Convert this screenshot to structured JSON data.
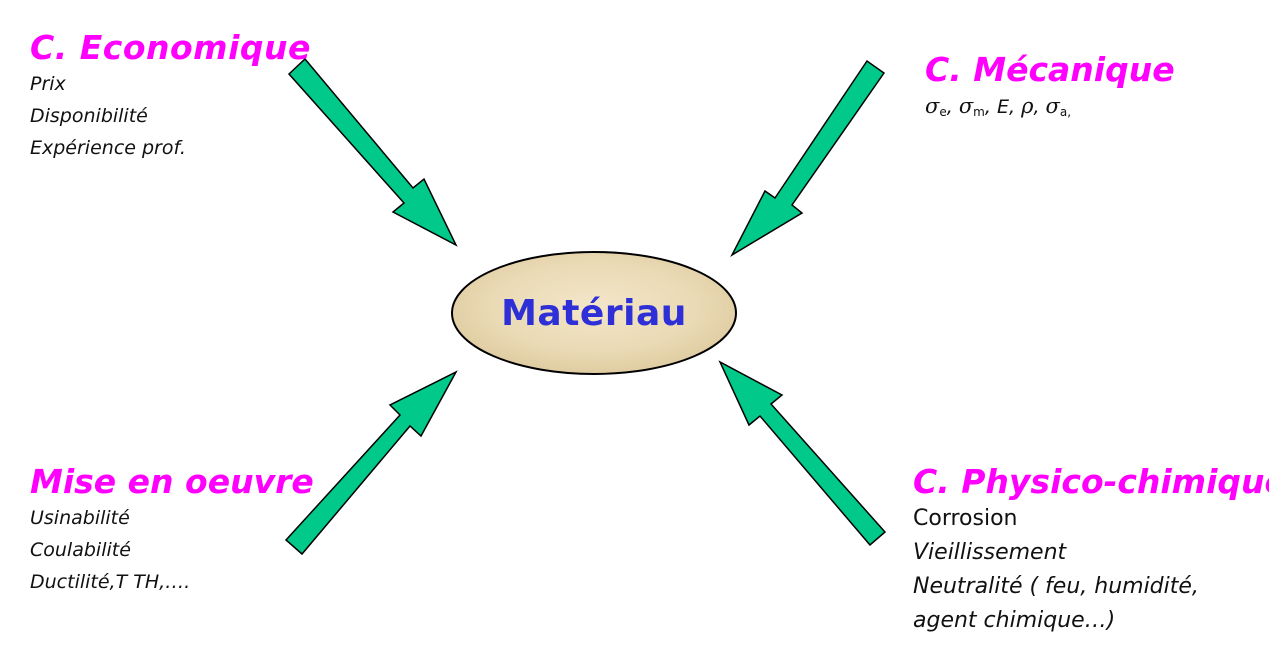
{
  "center": {
    "label": "Matériau",
    "fill_color": "#ecdcb8",
    "text_color": "#2f2fd8"
  },
  "colors": {
    "title": "#ff00ff",
    "arrow": "#00c98a",
    "text": "#111111"
  },
  "economique": {
    "title": "C. Economique",
    "items": [
      "Prix",
      "Disponibilité",
      "Expérience prof."
    ]
  },
  "mecanique": {
    "title": "C. Mécanique",
    "formula": {
      "sigma": "σ",
      "sub_e": "e",
      "sub_m": "m",
      "e": "E",
      "rho": "ρ",
      "sub_a": "a,",
      "sep": ", "
    }
  },
  "mise": {
    "title": "Mise en oeuvre",
    "items": [
      "Usinabilité",
      "Coulabilité",
      "Ductilité,T TH,…."
    ]
  },
  "physico": {
    "title": "C. Physico-chimique",
    "items": [
      "Corrosion",
      "Vieillissement",
      "Neutralité ( feu, humidité,",
      "agent chimique…)"
    ]
  }
}
